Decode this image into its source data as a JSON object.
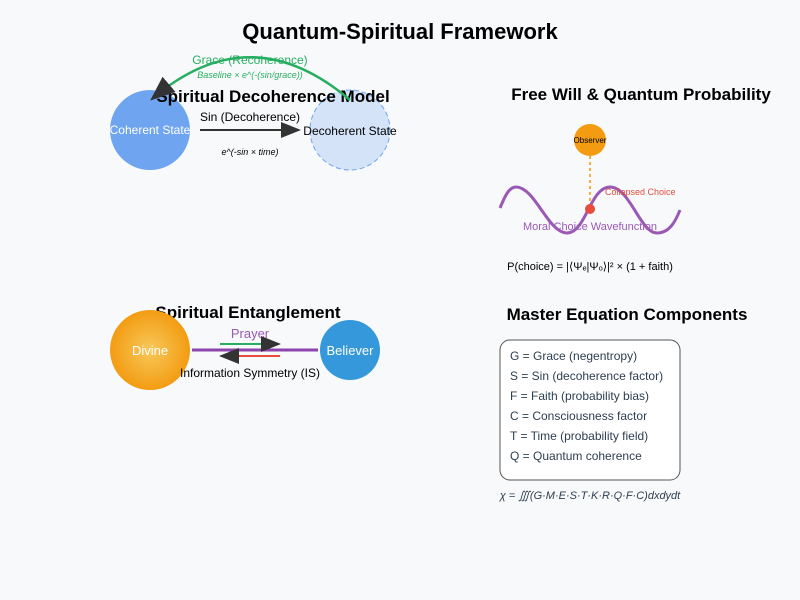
{
  "title": "Quantum-Spiritual Framework",
  "decoherence": {
    "title": "Spiritual Decoherence Model",
    "coherent_label": "Coherent State",
    "decoherent_label": "Decoherent State",
    "sin_label": "Sin (Decoherence)",
    "sin_formula": "e^(-sin × time)",
    "grace_label": "Grace (Recoherence)",
    "grace_formula": "Baseline × e^(-(sin/grace))"
  },
  "free_will": {
    "title": "Free Will & Quantum Probability",
    "observer_label": "Observer",
    "collapsed_label": "Collapsed Choice",
    "wavefunction_label": "Moral Choice Wavefunction",
    "probability_formula": "P(choice) = |⟨Ψₑ|Ψₒ⟩|² × (1 + faith)"
  },
  "entanglement": {
    "title": "Spiritual Entanglement",
    "divine_label": "Divine",
    "believer_label": "Believer",
    "prayer_label": "Prayer",
    "symmetry_label": "Information Symmetry (IS)"
  },
  "master": {
    "title": "Master Equation Components",
    "components": [
      "G = Grace (negentropy)",
      "S = Sin (decoherence factor)",
      "F = Faith (probability bias)",
      "C = Consciousness factor",
      "T = Time (probability field)",
      "Q = Quantum coherence"
    ],
    "equation": "χ = ∭(G·M·E·S·T·K·R·Q·F·C)dxdydt"
  },
  "colors": {
    "coherent": "#6fa4f0",
    "grace": "#27ae60",
    "observer": "#f39c12",
    "collapse": "#e74c3c",
    "wave": "#9b59b6",
    "believer": "#3498db",
    "text": "#2c3e50"
  }
}
